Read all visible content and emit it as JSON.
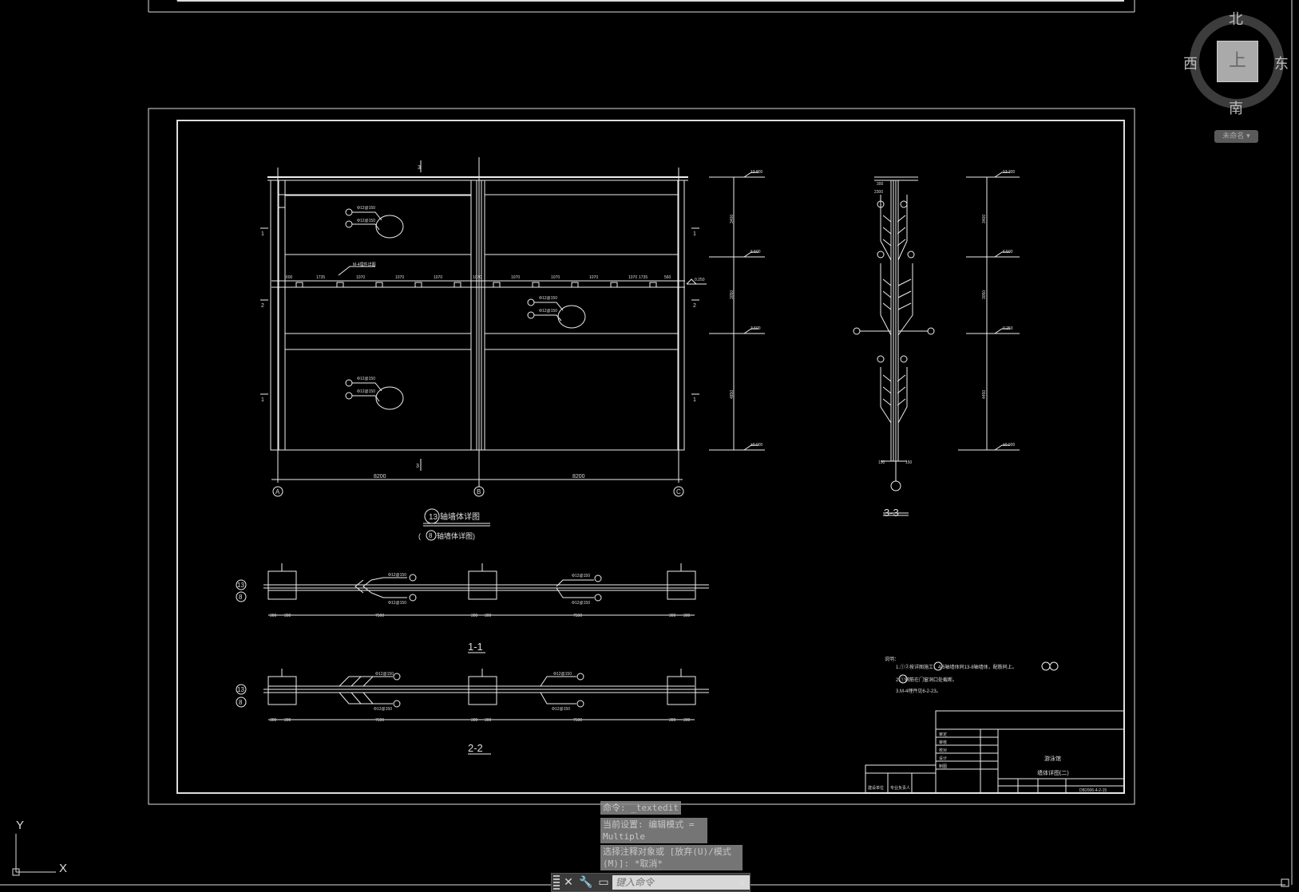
{
  "view_cube": {
    "north": "北",
    "south": "南",
    "west": "西",
    "east": "东",
    "top_face": "上",
    "wcs_menu": "未命名 ▾"
  },
  "ucs": {
    "x": "X",
    "y": "Y"
  },
  "drawing": {
    "elevation_title_num": "13",
    "elevation_title_text": "轴墙体详图",
    "elevation_sub_num": "8",
    "elevation_sub_text": "轴墙体详图",
    "open_paren": "(",
    "close_paren": ")",
    "axes": [
      "A",
      "B",
      "C"
    ],
    "span_dims": [
      "8200",
      "8200"
    ],
    "section_marks": {
      "s3": "3",
      "s1": "1",
      "s2": "2"
    },
    "rebar_1": "Φ12@150",
    "rebar_2": "Φ12@150",
    "circle_1": "1",
    "circle_2": "2",
    "embed_note": "M-4埋件详图",
    "beam_dims": [
      "600",
      "1735",
      "1070",
      "1070",
      "1070",
      "1070",
      "1070",
      "1070",
      "1070",
      "1070",
      "1735",
      "560"
    ],
    "elevations_left": [
      "12.800",
      "6.500",
      "0.250",
      "3.500",
      "±0.000"
    ],
    "level_dims_left": [
      "3400",
      "3050",
      "4850"
    ],
    "elevations_right": [
      "12.300",
      "6.500",
      "0.250",
      "±0.000"
    ],
    "level_dims_right": [
      "3400",
      "3050",
      "4450"
    ],
    "section33_title": "3-3",
    "section33_dims": [
      "150",
      "150"
    ],
    "section33_top": [
      "300",
      "2300"
    ],
    "section11_title": "1-1",
    "section22_title": "2-2",
    "plan_dims": [
      "300",
      "300",
      "7500",
      "300",
      "300",
      "7500",
      "300",
      "300"
    ],
    "plan_axis_left": "13",
    "plan_axis_sub": "8",
    "notes_title": "说明：",
    "note_1": "1.①②按详图施工，4-5轴墙体同13-8轴墙体，配筋同上。",
    "note_2": "2.①钢筋在门窗洞口处截断。",
    "note_3": "3.M-4埋件见6-2-23。",
    "title_block_project": "游泳馆",
    "title_block_drawing": "墙体详图(二)",
    "title_block_number": "DB2006-4-2-15",
    "title_block_labels": [
      "审定",
      "审核",
      "校对",
      "设计",
      "制图",
      "建设单位",
      "专业负责人"
    ]
  },
  "command": {
    "history_1": "命令: _textedit",
    "history_2": "当前设置: 编辑模式 = Multiple",
    "history_3": "选择注释对象或 [放弃(U)/模式(M)]: *取消*",
    "input_placeholder": "键入命令"
  },
  "colors": {
    "background": "#000000",
    "line": "#ffffff",
    "panel": "#8a8a8a"
  }
}
